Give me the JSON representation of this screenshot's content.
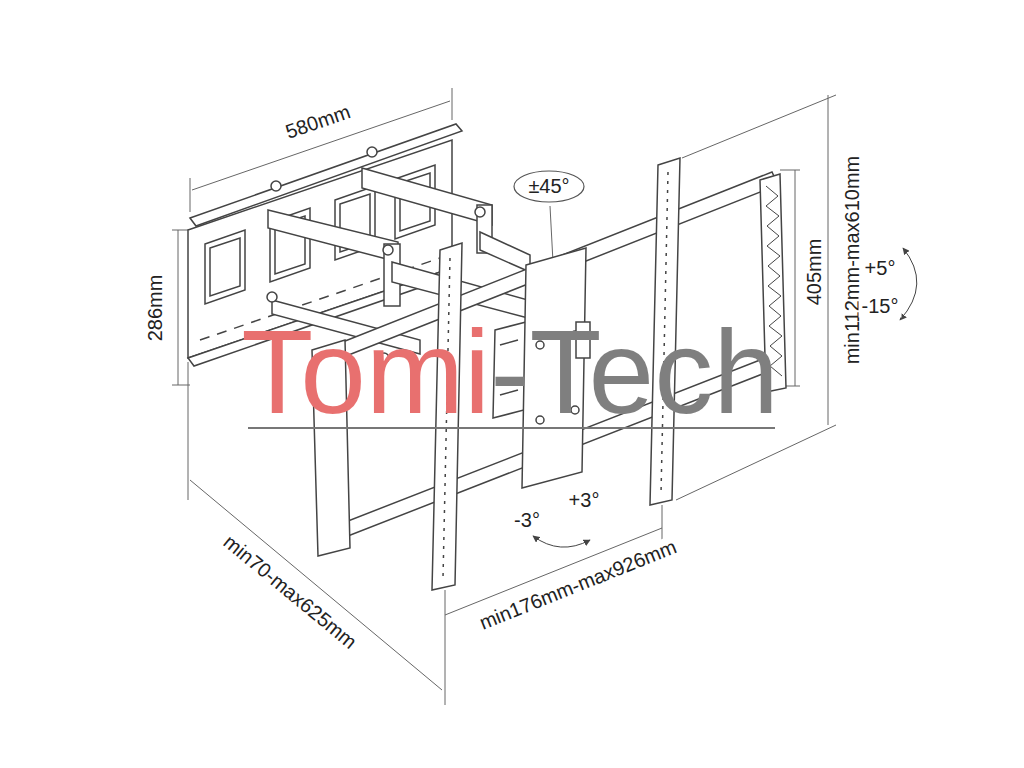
{
  "diagram": {
    "nodes": [
      {
        "text": [
          "±45°"
        ]
      }
    ],
    "labels": [
      "580mm",
      "286mm",
      "405mm",
      "min112mm-max610mm",
      "+5°",
      "-15°",
      "-3°",
      "+3°",
      "min176mm-max926mm",
      "min70-max625mm",
      "Tomi-Tech"
    ]
  }
}
